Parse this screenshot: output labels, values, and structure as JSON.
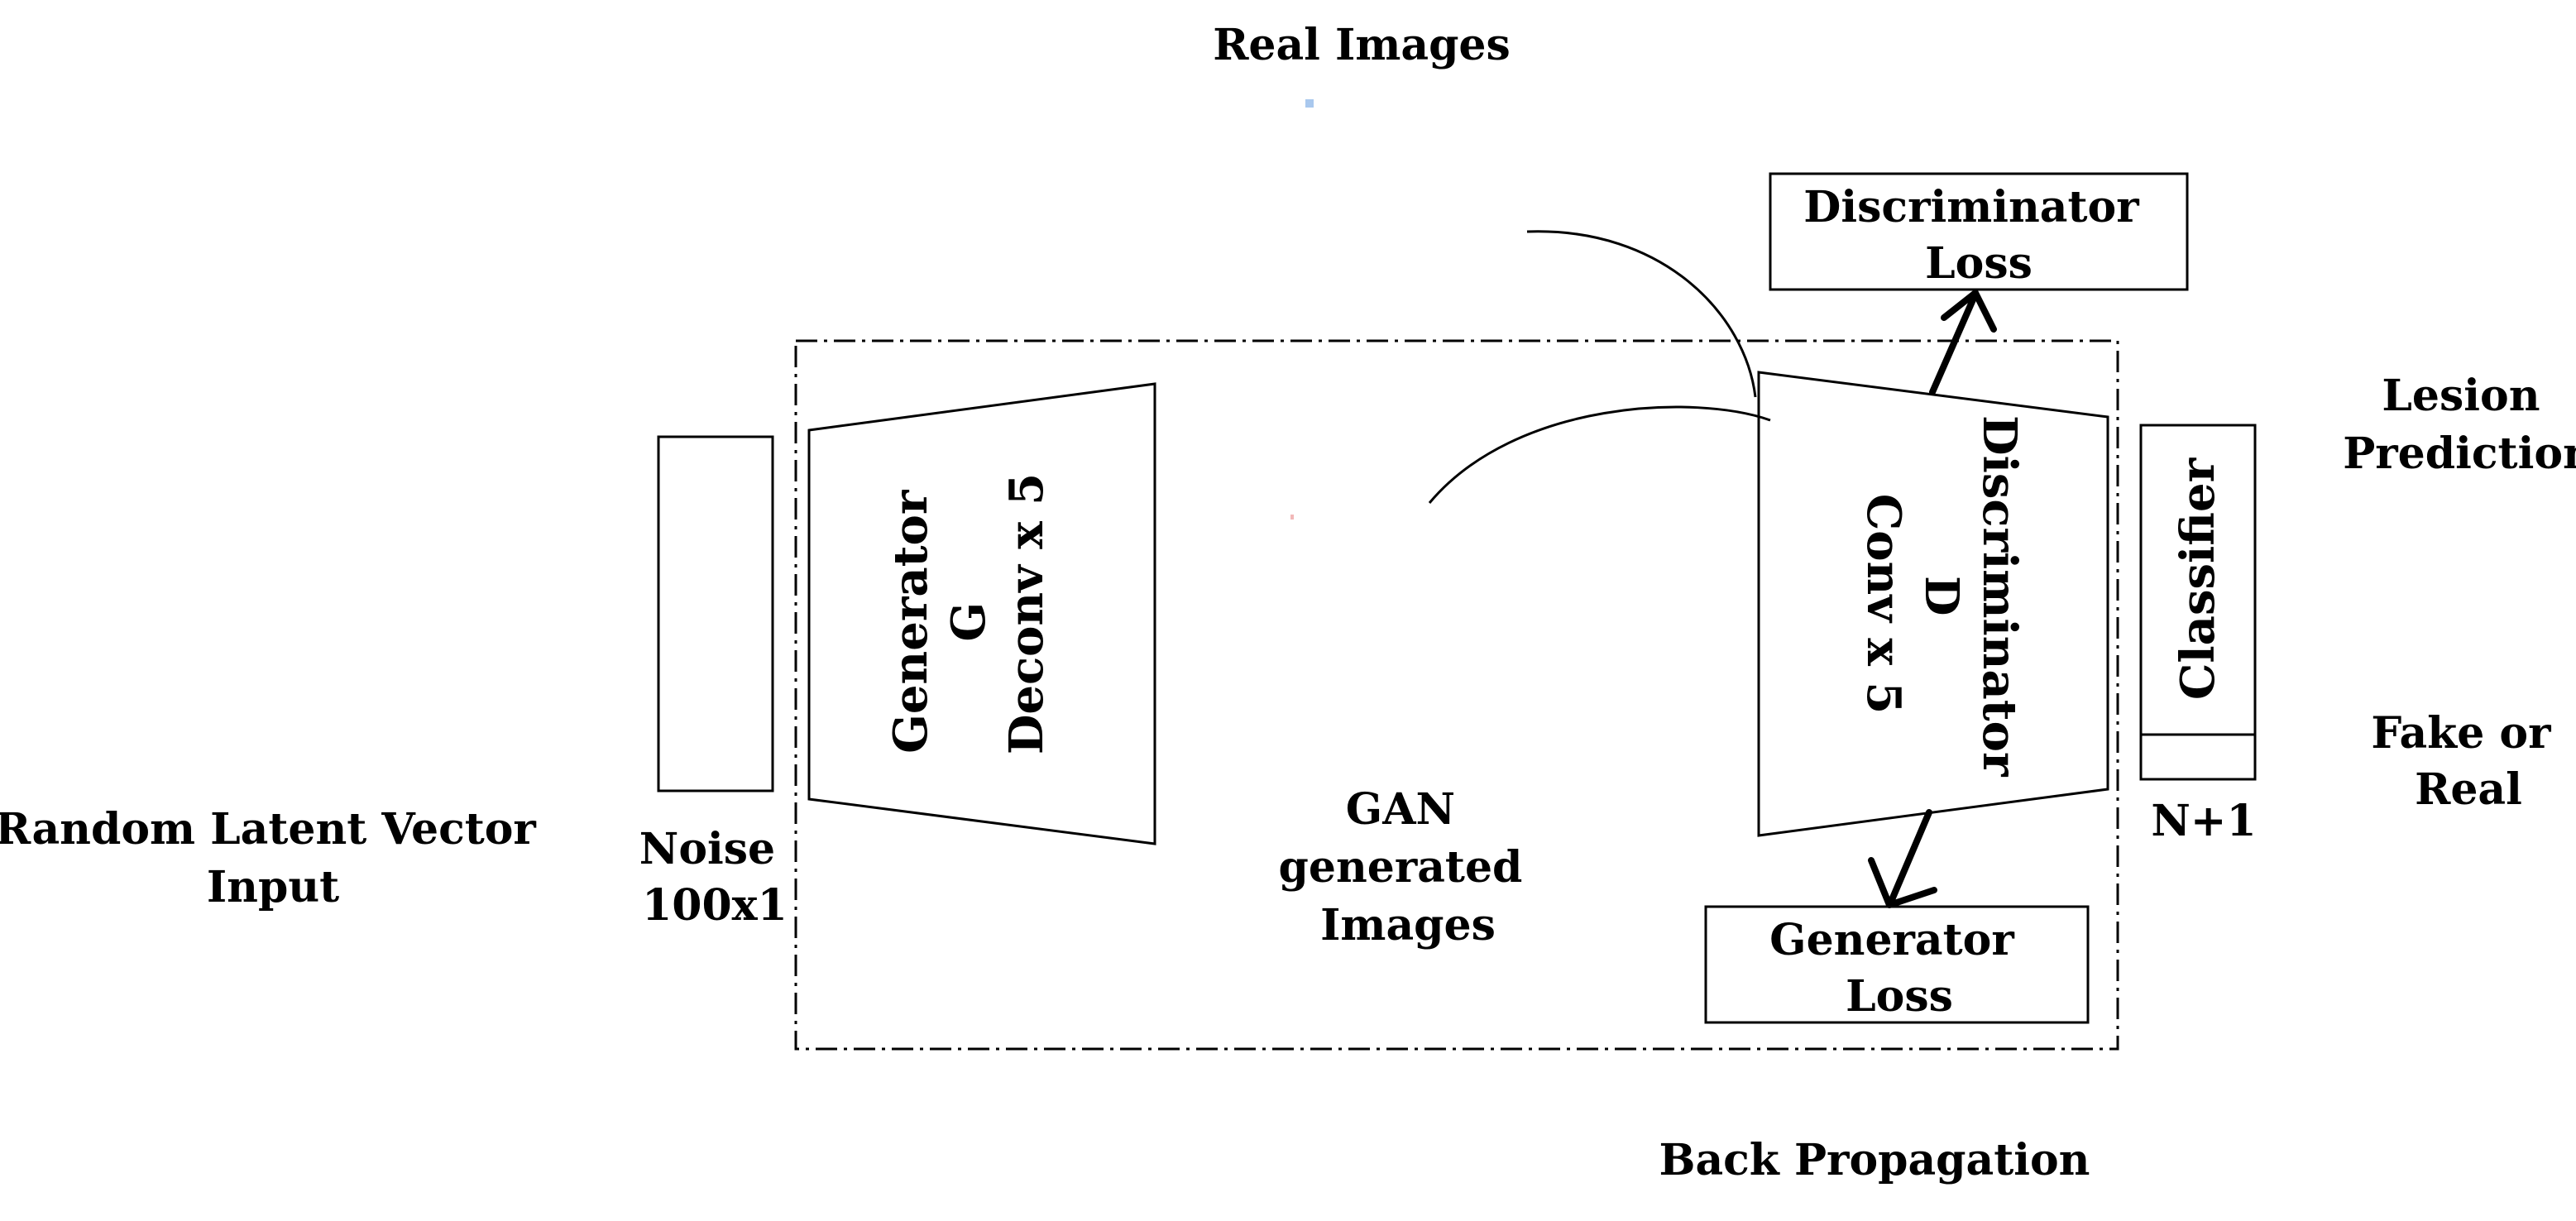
{
  "labels": {
    "real_images": "Real Images",
    "random_latent_line1": "Random Latent Vector",
    "random_latent_line2": "Input",
    "noise_line1": "Noise",
    "noise_line2": "100x1",
    "generator_line1": "Generator",
    "generator_line2": "G",
    "generator_line3": "Deconv x 5",
    "gan_line1": "GAN",
    "gan_line2": "generated",
    "gan_line3": "Images",
    "discriminator_line1": "Discriminator",
    "discriminator_line2": "D",
    "discriminator_line3": "Conv x 5",
    "discriminator_loss_line1": "Discriminator",
    "discriminator_loss_line2": "Loss",
    "generator_loss_line1": "Generator",
    "generator_loss_line2": "Loss",
    "classifier": "Classifier",
    "classifier_output": "N+1",
    "lesion_line1": "Lesion",
    "lesion_line2": "Prediction",
    "fake_real_line1": "Fake or",
    "fake_real_line2": "Real",
    "back_propagation": "Back Propagation"
  }
}
